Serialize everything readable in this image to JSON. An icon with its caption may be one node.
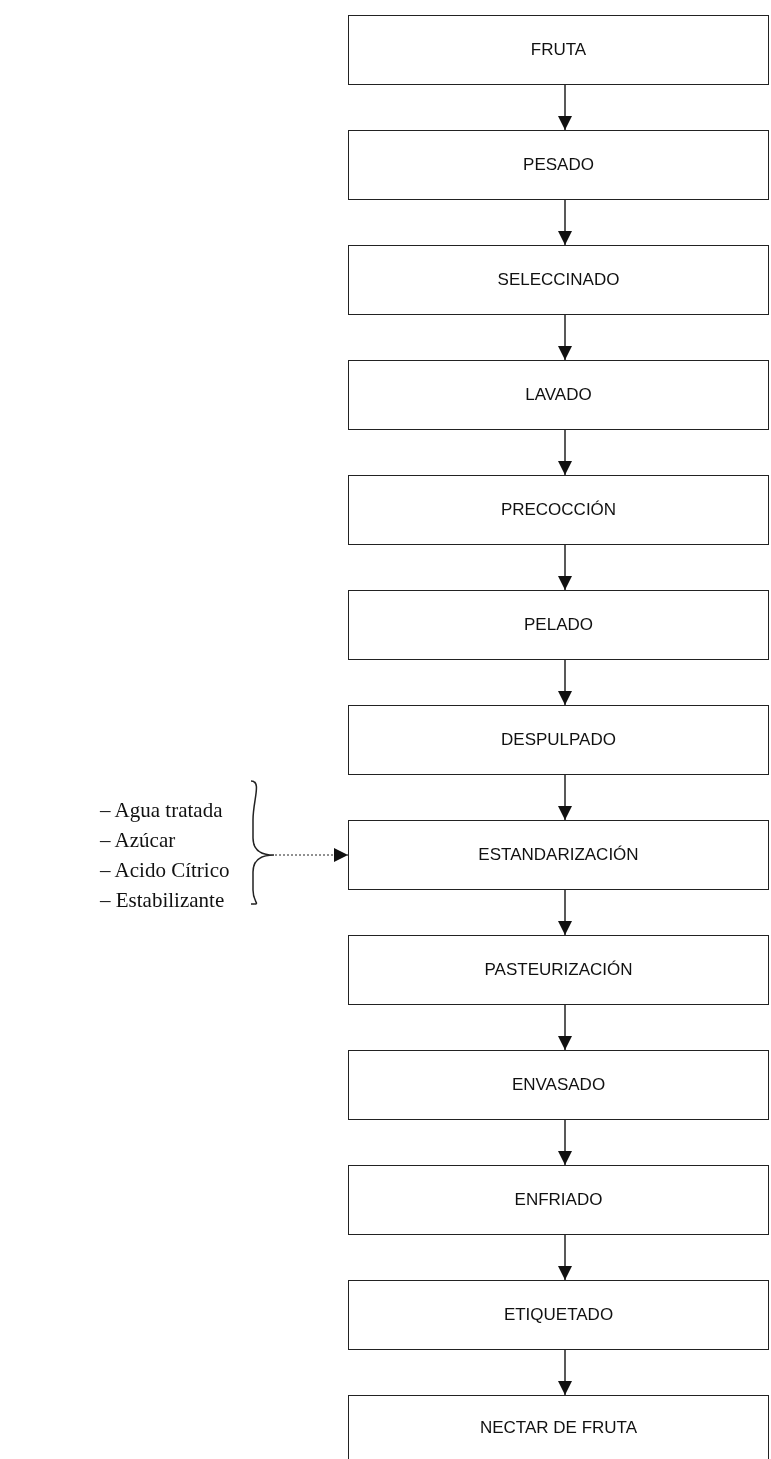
{
  "diagram": {
    "nodes": [
      {
        "text": [
          "FRUTA"
        ]
      },
      {
        "text": [
          "PESADO"
        ]
      },
      {
        "text": [
          "SELECCINADO"
        ]
      },
      {
        "text": [
          "LAVADO"
        ]
      },
      {
        "text": [
          "PRECOCCIÓN"
        ]
      },
      {
        "text": [
          "PELADO"
        ]
      },
      {
        "text": [
          "DESPULPADO"
        ]
      },
      {
        "text": [
          "ESTANDARIZACIÓN"
        ]
      },
      {
        "text": [
          "PASTEURIZACIÓN"
        ]
      },
      {
        "text": [
          "ENVASADO"
        ]
      },
      {
        "text": [
          "ENFRIADO"
        ]
      },
      {
        "text": [
          "ETIQUETADO"
        ]
      },
      {
        "text": [
          "NECTAR DE FRUTA"
        ]
      },
      {
        "text": [
          "– Agua tratada",
          "– Azúcar",
          "– Acido Cítrico",
          "– Estabilizante"
        ]
      }
    ],
    "edges": [
      {
        "from": 0,
        "to": 1,
        "arrow": "to"
      },
      {
        "from": 1,
        "to": 2,
        "arrow": "to"
      },
      {
        "from": 2,
        "to": 3,
        "arrow": "to"
      },
      {
        "from": 3,
        "to": 4,
        "arrow": "to"
      },
      {
        "from": 4,
        "to": 5,
        "arrow": "to"
      },
      {
        "from": 5,
        "to": 6,
        "arrow": "to"
      },
      {
        "from": 6,
        "to": 7,
        "arrow": "to"
      },
      {
        "from": 7,
        "to": 8,
        "arrow": "to"
      },
      {
        "from": 8,
        "to": 9,
        "arrow": "to"
      },
      {
        "from": 9,
        "to": 10,
        "arrow": "to"
      },
      {
        "from": 10,
        "to": 11,
        "arrow": "to"
      },
      {
        "from": 11,
        "to": 12,
        "arrow": "to"
      },
      {
        "from": 13,
        "to": 7,
        "arrow": "to",
        "style": "dashed"
      }
    ]
  }
}
